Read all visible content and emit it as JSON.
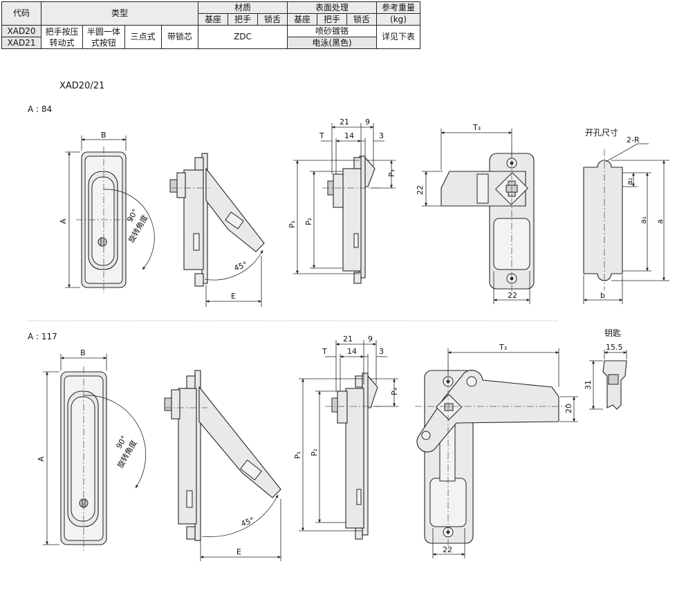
{
  "table": {
    "h_code": "代码",
    "h_type": "类型",
    "h_material": "材质",
    "h_surface": "表面处理",
    "h_weight": "参考重量",
    "h_weight_unit": "(kg)",
    "sub_base": "基座",
    "sub_handle": "把手",
    "sub_tongue": "锁舌",
    "sub_base2": "基座",
    "sub_handle2": "把手",
    "sub_tongue2": "锁舌",
    "code1": "XAD20",
    "code2": "XAD21",
    "type1a": "把手按压",
    "type1b": "转动式",
    "type2a": "半圆一体",
    "type2b": "式按钮",
    "type3": "三点式",
    "type4": "带锁芯",
    "material": "ZDC",
    "surface1": "喷砂镀铬",
    "surface2": "电泳(黑色)",
    "weight": "详见下表"
  },
  "model_title": "XAD20/21",
  "section1": {
    "label": "A : 84",
    "dim_B": "B",
    "dim_A": "A",
    "rot": "90°",
    "rot_text": "旋转角度",
    "angle": "45°",
    "dim_E": "E",
    "dim_21": "21",
    "dim_9": "9",
    "dim_T": "T",
    "dim_14": "14",
    "dim_3": "3",
    "dim_P1": "P₁",
    "dim_P2": "P₂",
    "dim_P3": "P₃",
    "dim_T3": "T₃",
    "dim_22v": "22",
    "dim_22h": "22",
    "cutout_title": "开孔尺寸",
    "dim_2R": "2-R",
    "dim_a2": "a₂",
    "dim_a1": "a₁",
    "dim_a": "a",
    "dim_b": "b"
  },
  "section2": {
    "label": "A : 117",
    "dim_B": "B",
    "dim_A": "A",
    "rot": "90°",
    "rot_text": "旋转角度",
    "angle": "45°",
    "dim_E": "E",
    "dim_21": "21",
    "dim_9": "9",
    "dim_T": "T",
    "dim_14": "14",
    "dim_3": "3",
    "dim_P1": "P₁",
    "dim_P2": "P₂",
    "dim_P3": "P₃",
    "dim_T3": "T₃",
    "dim_20": "20",
    "dim_22h": "22",
    "key_title": "钥匙",
    "dim_155": "15.5",
    "dim_31": "31"
  }
}
